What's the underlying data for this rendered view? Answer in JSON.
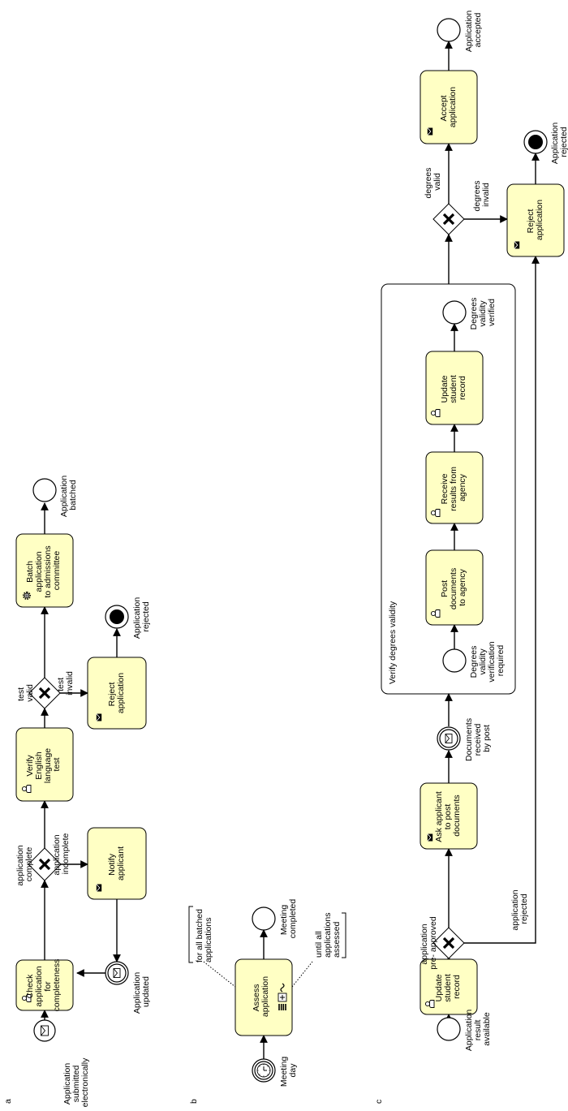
{
  "panels": {
    "a": "a",
    "b": "b",
    "c": "c"
  },
  "a": {
    "check": [
      "Check",
      "application",
      "for",
      "completeness"
    ],
    "verify": [
      "Verify",
      "English",
      "language",
      "test"
    ],
    "batch": [
      "Batch",
      "application",
      "to admissions",
      "committee"
    ],
    "notify": [
      "Notify",
      "applicant"
    ],
    "reject": [
      "Reject",
      "application"
    ],
    "ev_start": [
      "Application",
      "submitted",
      "electronically"
    ],
    "ev_updated": [
      "Application",
      "updated"
    ],
    "ev_batched": [
      "Application",
      "batched"
    ],
    "ev_rejected": [
      "Application",
      "rejected"
    ],
    "g1_up": [
      "application",
      "complete"
    ],
    "g1_down": [
      "application",
      "incomplete"
    ],
    "g2_up": [
      "test",
      "valid"
    ],
    "g2_down": [
      "test",
      "invalid"
    ]
  },
  "b": {
    "assess": [
      "Assess",
      "application"
    ],
    "ev_meeting": [
      "Meeting",
      "day"
    ],
    "ev_completed": [
      "Meeting",
      "completed"
    ],
    "ann_left": [
      "for all batched",
      "applications"
    ],
    "ann_right": [
      "until all",
      "applications",
      "assessed"
    ]
  },
  "c": {
    "update1": [
      "Update",
      "student",
      "record"
    ],
    "ask": [
      "Ask applicant",
      "to post",
      "documents"
    ],
    "post": [
      "Post",
      "documents",
      "to agency"
    ],
    "receive": [
      "Receive",
      "results from",
      "agency"
    ],
    "update2": [
      "Update",
      "student",
      "record"
    ],
    "accept": [
      "Accept",
      "application"
    ],
    "reject": [
      "Reject",
      "application"
    ],
    "subprocess": "Verify degrees validity",
    "ev_result": [
      "Application",
      "result",
      "available"
    ],
    "ev_docs": [
      "Documents",
      "received",
      "by post"
    ],
    "ev_req": [
      "Degrees",
      "validity",
      "verification",
      "required"
    ],
    "ev_verified": [
      "Degrees",
      "validity",
      "verified"
    ],
    "ev_accepted": [
      "Application",
      "accepted"
    ],
    "ev_rejected": [
      "Application",
      "rejected"
    ],
    "g1_up": [
      "application",
      "pre- approved"
    ],
    "g1_down": [
      "application",
      "rejected"
    ],
    "g2_up": [
      "degrees",
      "valid"
    ],
    "g2_down": [
      "degrees",
      "invalid"
    ]
  }
}
